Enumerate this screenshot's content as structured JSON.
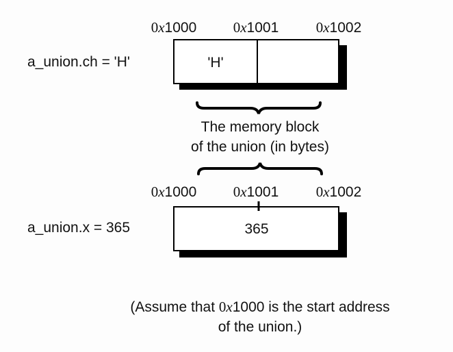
{
  "top_example": {
    "addresses": [
      {
        "prefix": "0",
        "x": "x",
        "number": "1000"
      },
      {
        "prefix": "0",
        "x": "x",
        "number": "1001"
      },
      {
        "prefix": "0",
        "x": "x",
        "number": "1002"
      }
    ],
    "variable_label": "a_union.ch = 'H'",
    "cells": [
      "'H'",
      ""
    ]
  },
  "caption": {
    "line1": "The memory block",
    "line2": "of the union (in bytes)"
  },
  "bottom_example": {
    "addresses": [
      {
        "prefix": "0",
        "x": "x",
        "number": "1000"
      },
      {
        "prefix": "0",
        "x": "x",
        "number": "1001"
      },
      {
        "prefix": "0",
        "x": "x",
        "number": "1002"
      }
    ],
    "variable_label": "a_union.x = 365",
    "value": "365"
  },
  "footnote": {
    "line1_before": "(Assume that ",
    "address": {
      "prefix": "0",
      "x": "x",
      "number": "1000"
    },
    "line1_after": " is the start address",
    "line2": "of the union.)"
  },
  "colors": {
    "stroke": "#000000",
    "shadow": "#000000",
    "box_fill": "#ffffff",
    "background": "#fdfdfd"
  }
}
